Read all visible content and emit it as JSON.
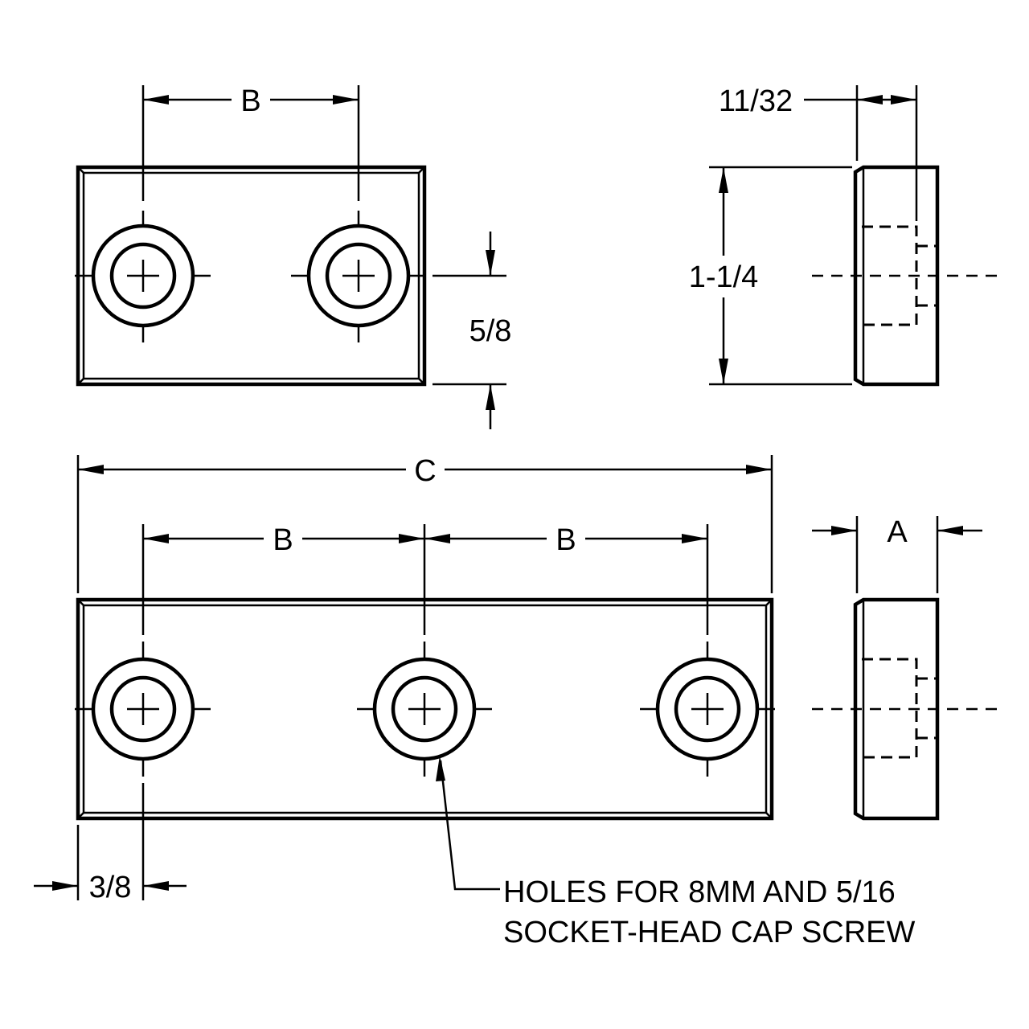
{
  "dimensions": {
    "top_spacing": "B",
    "side_width": "11/32",
    "side_height": "1-1/4",
    "center_height": "5/8",
    "overall_length": "C",
    "bottom_spacing_left": "B",
    "bottom_spacing_right": "B",
    "thickness": "A",
    "edge_offset": "3/8"
  },
  "note": {
    "line1": "HOLES FOR 8MM AND 5/16",
    "line2": "SOCKET-HEAD CAP SCREW"
  },
  "colors": {
    "ink": "#000000",
    "paper": "#ffffff"
  }
}
